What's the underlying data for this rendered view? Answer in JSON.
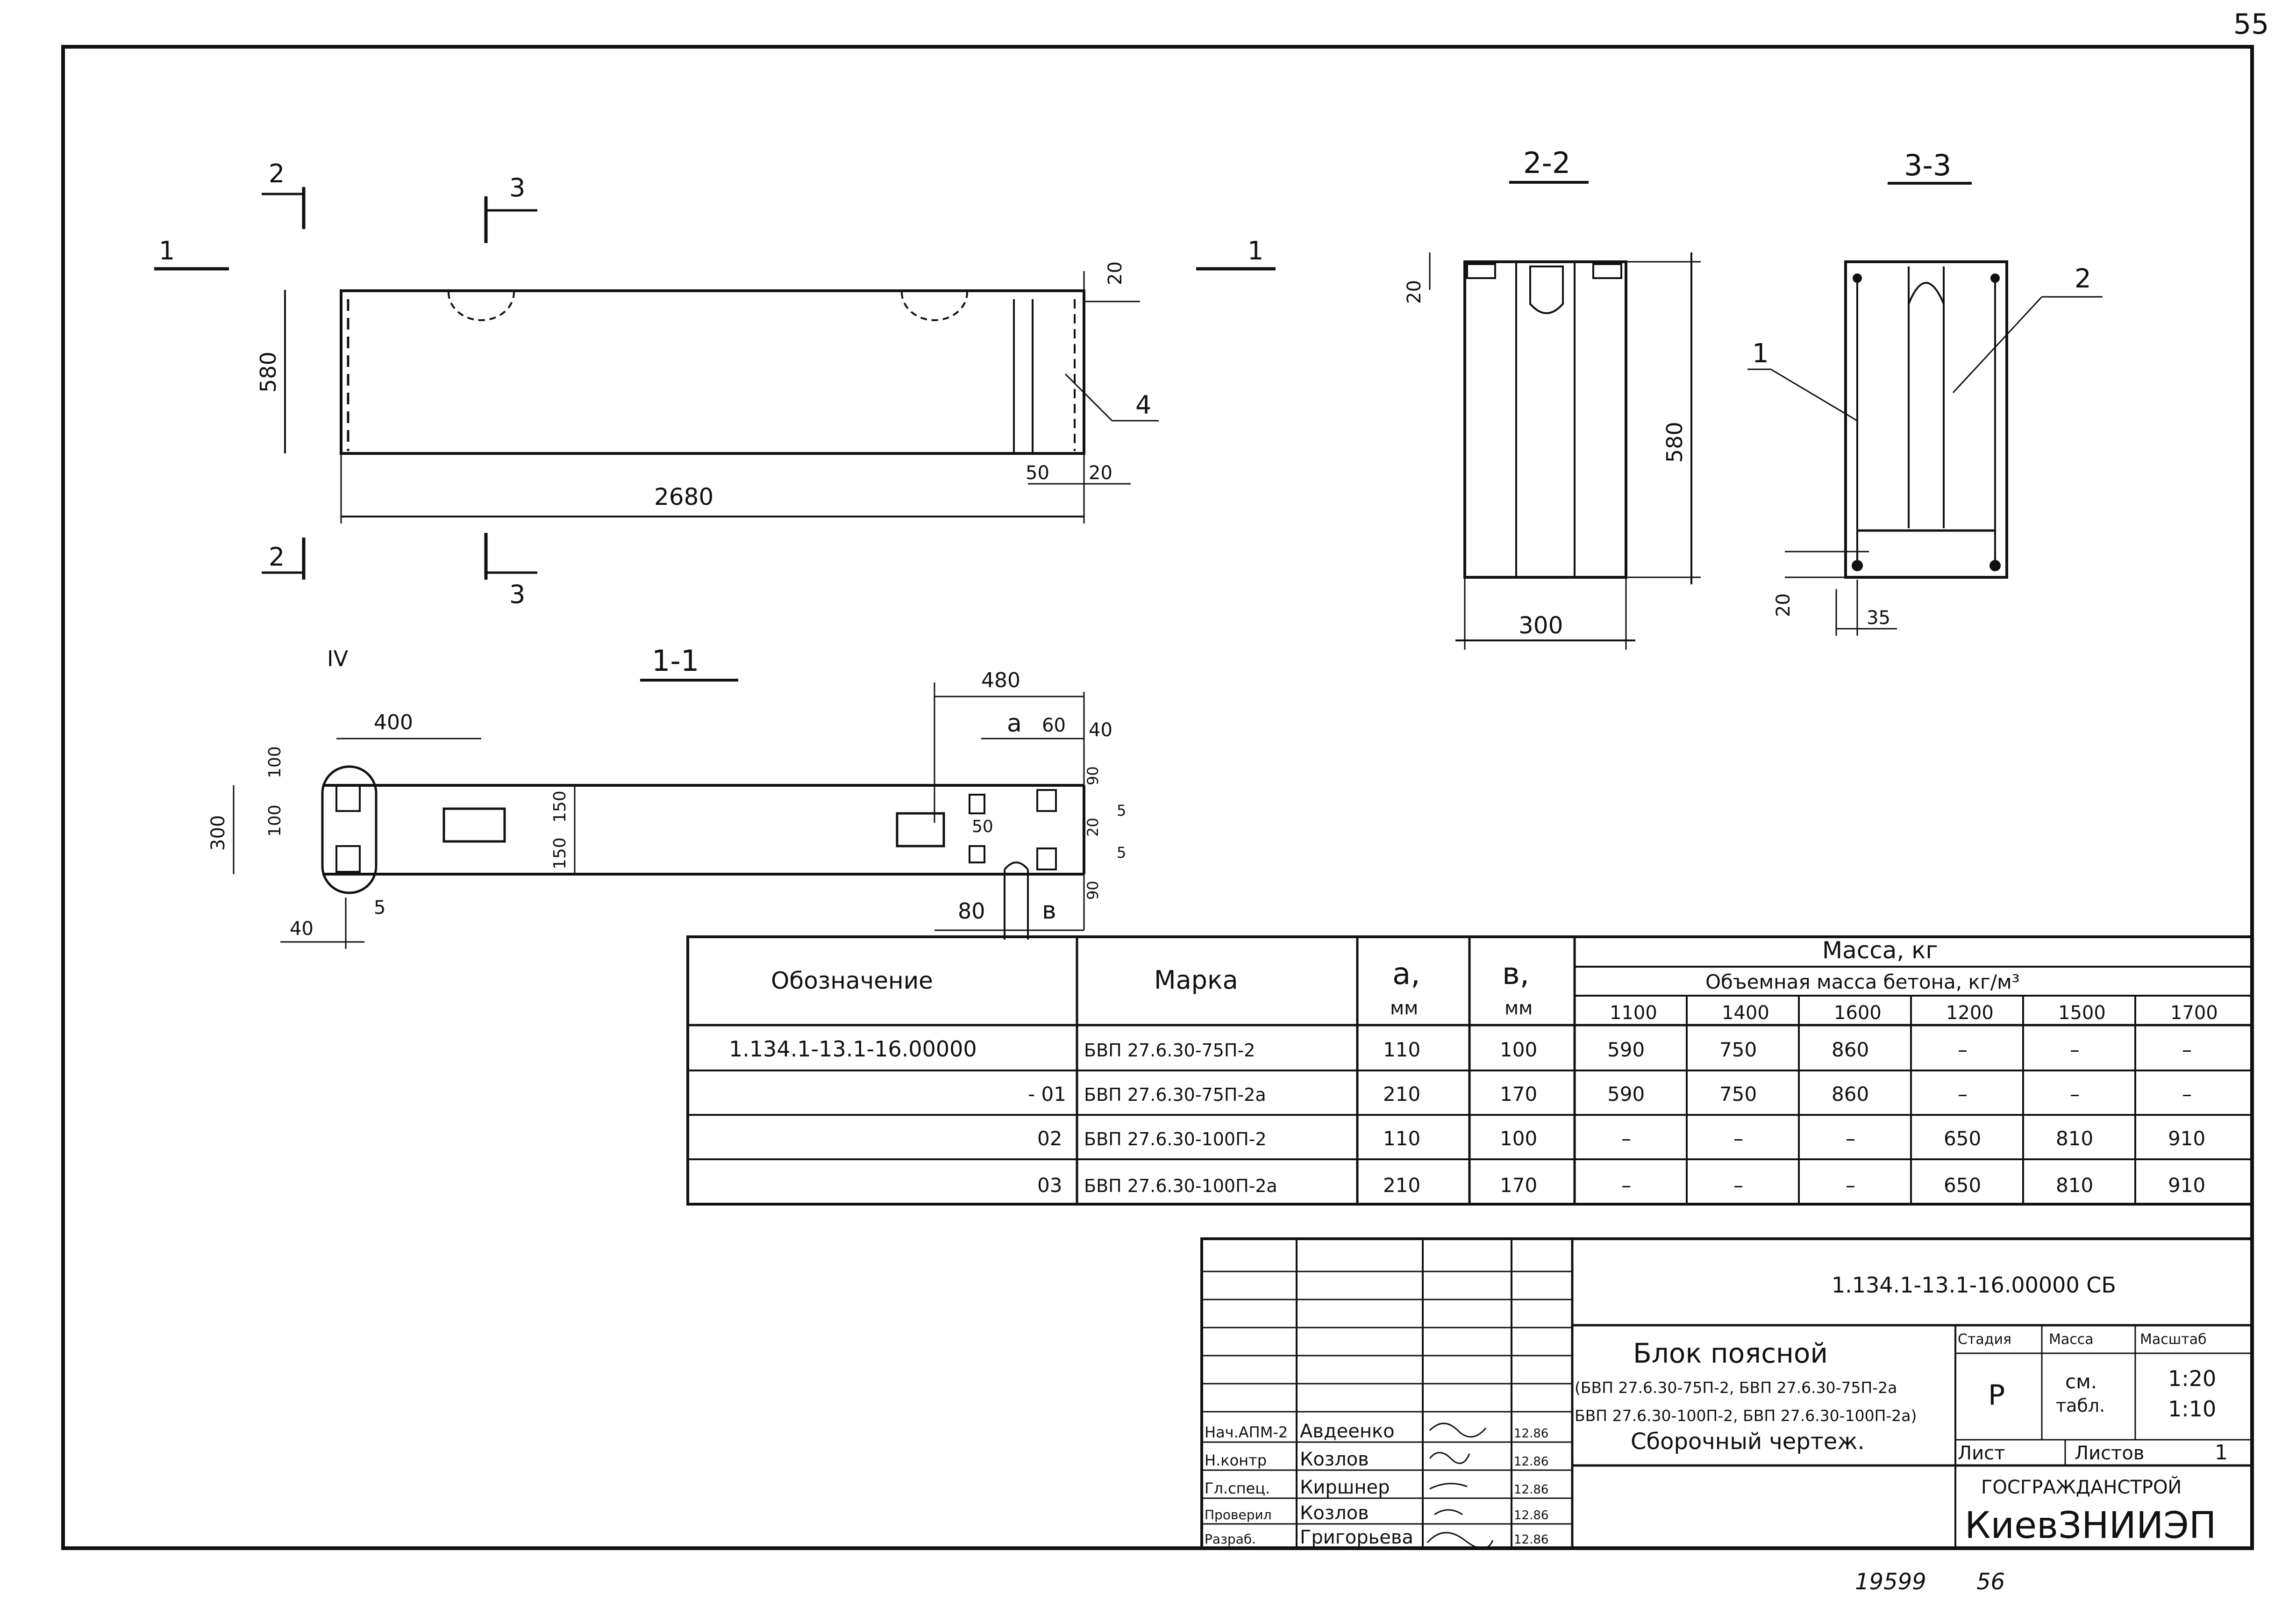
{
  "page_number": "55",
  "footer": {
    "inventory": "19599",
    "page": "56"
  },
  "front_view": {
    "height": "580",
    "length": "2680",
    "dim_top": "20",
    "dim_50": "50",
    "dim_20": "20",
    "pos4": "4",
    "cuts": {
      "c1": "1",
      "c2": "2",
      "c3": "3"
    }
  },
  "section_2_2": {
    "title": "2-2",
    "width": "300",
    "height": "580",
    "top": "20"
  },
  "section_3_3": {
    "title": "3-3",
    "pos1": "1",
    "pos2": "2",
    "d20": "20",
    "d35": "35"
  },
  "section_1_1": {
    "title": "1-1",
    "node": "IV",
    "d300": "300",
    "d100a": "100",
    "d100b": "100",
    "d400": "400",
    "d150a": "150",
    "d150b": "150",
    "d40": "40",
    "d5": "5",
    "d480": "480",
    "a": "a",
    "d60": "60",
    "d40r": "40",
    "d90a": "90",
    "d5a": "5",
    "d20": "20",
    "d5b": "5",
    "d90b": "90",
    "d50": "50",
    "d80": "80",
    "b": "в"
  },
  "spec_table": {
    "headers": {
      "designation": "Обозначение",
      "mark": "Марка",
      "a": "a,",
      "a_unit": "мм",
      "b": "в,",
      "b_unit": "мм",
      "mass": "Масса, кг",
      "density": "Объемная масса бетона, кг/м³",
      "densities": [
        "1100",
        "1400",
        "1600",
        "1200",
        "1500",
        "1700"
      ]
    },
    "rows": [
      {
        "designation": "1.134.1-13.1-16.00000",
        "mark": "БВП 27.6.30-75П-2",
        "a": "110",
        "b": "100",
        "m": [
          "590",
          "750",
          "860",
          "–",
          "–",
          "–"
        ]
      },
      {
        "designation": "- 01",
        "mark": "БВП 27.6.30-75П-2а",
        "a": "210",
        "b": "170",
        "m": [
          "590",
          "750",
          "860",
          "–",
          "–",
          "–"
        ]
      },
      {
        "designation": "02",
        "mark": "БВП 27.6.30-100П-2",
        "a": "110",
        "b": "100",
        "m": [
          "–",
          "–",
          "–",
          "650",
          "810",
          "910"
        ]
      },
      {
        "designation": "03",
        "mark": "БВП 27.6.30-100П-2а",
        "a": "210",
        "b": "170",
        "m": [
          "–",
          "–",
          "–",
          "650",
          "810",
          "910"
        ]
      }
    ]
  },
  "title_block": {
    "code": "1.134.1-13.1-16.00000 СБ",
    "name": "Блок поясной",
    "marks1": "(БВП 27.6.30-75П-2, БВП 27.6.30-75П-2а",
    "marks2": "БВП 27.6.30-100П-2, БВП 27.6.30-100П-2а)",
    "doc_type": "Сборочный чертеж.",
    "stage_label": "Стадия",
    "mass_label": "Масса",
    "scale_label": "Масштаб",
    "stage": "Р",
    "mass1": "см.",
    "mass2": "табл.",
    "scale1": "1:20",
    "scale2": "1:10",
    "sheet_label": "Лист",
    "sheets_label": "Листов",
    "sheets": "1",
    "org1": "ГОСГРАЖДАНСТРОЙ",
    "org2": "КиевЗНИИЭП",
    "people": [
      {
        "role": "Нач.АПМ-2",
        "name": "Авдеенко",
        "date": "12.86"
      },
      {
        "role": "Н.контр",
        "name": "Козлов",
        "date": "12.86"
      },
      {
        "role": "Гл.спец.",
        "name": "Киршнер",
        "date": "12.86"
      },
      {
        "role": "Проверил",
        "name": "Козлов",
        "date": "12.86"
      },
      {
        "role": "Разраб.",
        "name": "Григорьева",
        "date": "12.86"
      }
    ]
  }
}
